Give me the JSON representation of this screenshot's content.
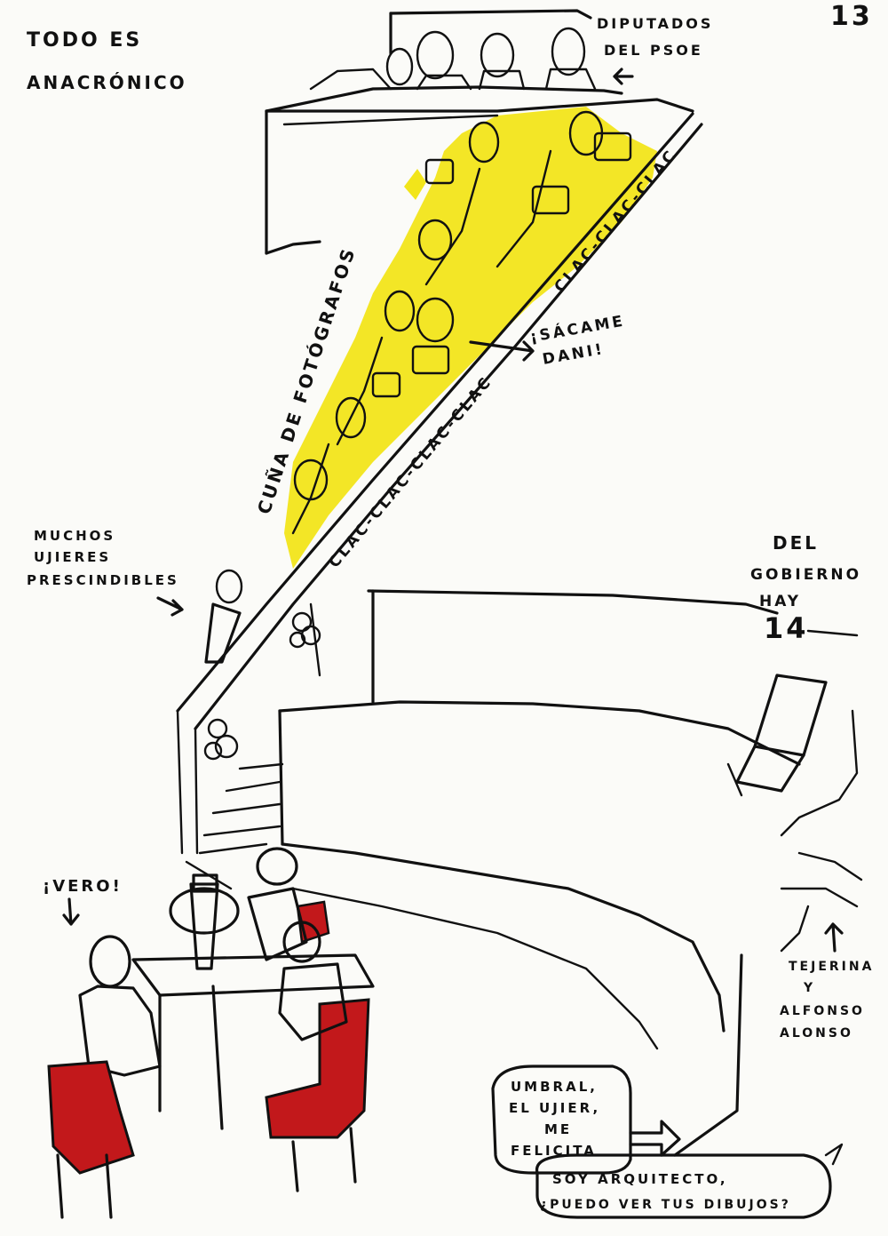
{
  "page_number": "13",
  "annotations": {
    "todo_es": "TODO ES",
    "anacronico": "ANACRÓNICO",
    "diputados_1": "DIPUTADOS",
    "diputados_2": "DEL PSOE",
    "cuna": "CUÑA DE FOTÓGRAFOS",
    "clac_lower": "CLAC-CLAC-CLAC-CLAC",
    "clac_upper": "CLAC-CLAC-CLAC",
    "sacame_1": "¡SÁCAME",
    "sacame_2": "DANI!",
    "ujieres_1": "MUCHOS",
    "ujieres_2": "UJIERES",
    "ujieres_3": "PRESCINDIBLES",
    "gobierno_1": "DEL",
    "gobierno_2": "GOBIERNO",
    "gobierno_3": "HAY",
    "gobierno_count": "14",
    "vero": "¡VERO!",
    "tejerina_1": "TEJERINA",
    "tejerina_2": "Y",
    "tejerina_3": "ALFONSO",
    "tejerina_4": "ALONSO",
    "umbral_1": "UMBRAL,",
    "umbral_2": "EL UJIER,",
    "umbral_3": "ME",
    "umbral_4": "FELICITA",
    "arquitecto_1": "SOY ARQUITECTO,",
    "arquitecto_2": "¿PUEDO VER TUS DIBUJOS?"
  },
  "colors": {
    "ink": "#111111",
    "highlight_yellow": "#f2e51a",
    "chair_red": "#c2181b",
    "paper": "#fbfbf8"
  }
}
